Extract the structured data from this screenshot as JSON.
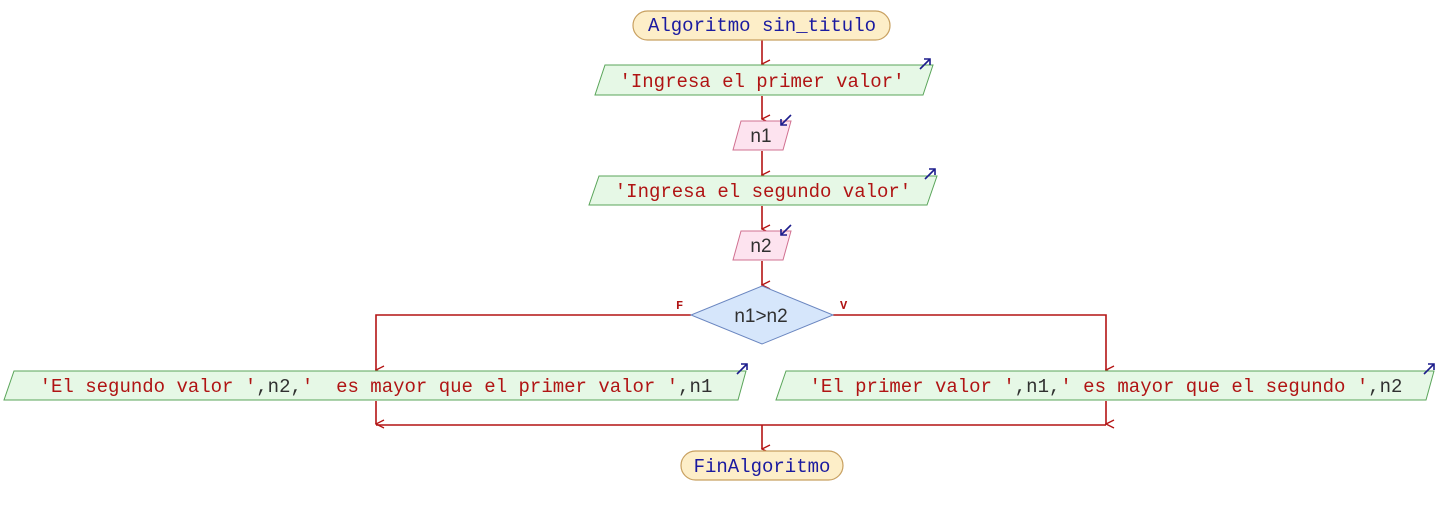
{
  "diagram": {
    "start": {
      "text": "Algoritmo sin_titulo"
    },
    "out1": {
      "text": "'Ingresa el primer valor'"
    },
    "in1": {
      "text": "n1"
    },
    "out2": {
      "text": "'Ingresa el segundo valor'"
    },
    "in2": {
      "text": "n2"
    },
    "decision": {
      "text": "n1>n2",
      "false_label": "F",
      "true_label": "V"
    },
    "out_false": {
      "parts": [
        {
          "t": "'El segundo valor '",
          "kind": "str"
        },
        {
          "t": ",n2,",
          "kind": "var"
        },
        {
          "t": "'  es mayor que el primer valor '",
          "kind": "str"
        },
        {
          "t": ",n1",
          "kind": "var"
        }
      ]
    },
    "out_true": {
      "parts": [
        {
          "t": "'El primer valor '",
          "kind": "str"
        },
        {
          "t": ",n1,",
          "kind": "var"
        },
        {
          "t": "' es mayor que el segundo '",
          "kind": "str"
        },
        {
          "t": ",n2",
          "kind": "var"
        }
      ]
    },
    "end": {
      "text": "FinAlgoritmo"
    }
  },
  "colors": {
    "terminal_fill": "#fdeec8",
    "terminal_stroke": "#c8a060",
    "terminal_text": "#1a1aa0",
    "output_fill": "#e6f8e6",
    "output_stroke": "#5aa55a",
    "input_fill": "#fde3ef",
    "input_stroke": "#d07090",
    "decision_fill": "#d6e6fb",
    "decision_stroke": "#6a86c0",
    "string_text": "#b01414",
    "var_text": "#303030",
    "edge": "#b41414",
    "io_arrow": "#1c1c8c"
  }
}
